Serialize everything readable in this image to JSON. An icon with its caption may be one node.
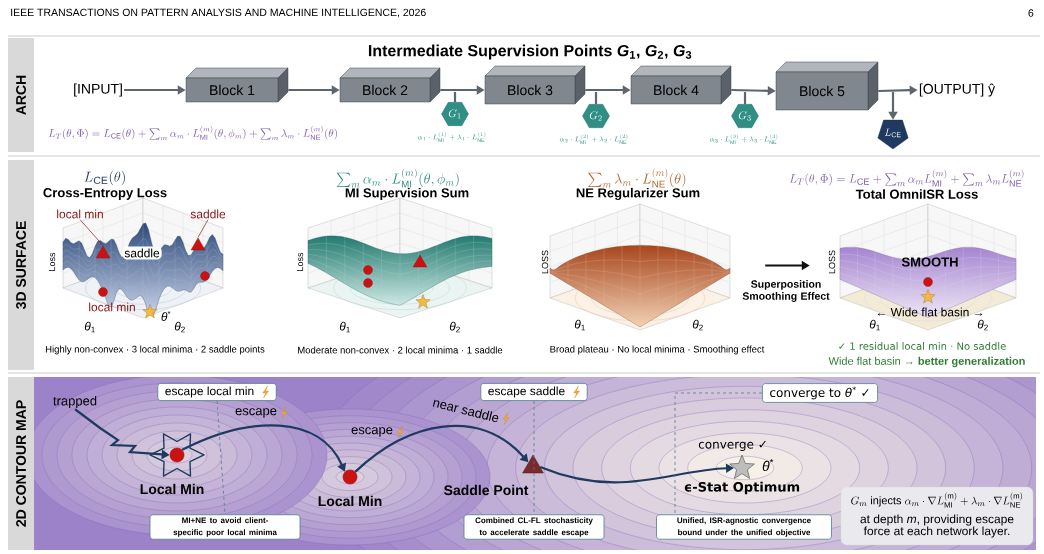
{
  "diagram": {
    "title": "Intermediate Supervision Points *G*$_{1}$, *G*$_{2}$, *G*$_{3}$",
    "nodes": [
      {
        "text": [
          "[INPUT]"
        ]
      },
      {
        "text": [
          "Block 1"
        ]
      },
      {
        "text": [
          "Block 2"
        ]
      },
      {
        "text": [
          "Block 3"
        ]
      },
      {
        "text": [
          "Block 4"
        ]
      },
      {
        "text": [
          "Block 5"
        ]
      },
      {
        "text": [
          "[OUTPUT] ŷ"
        ]
      },
      {
        "text": [
          "G_1"
        ],
        "beside": [
          "\\alpha_1\\cdot L^{(1)}_{\\mathrm{MI}}+\\lambda_1\\cdot L^{(1)}_{\\mathrm{NE}}"
        ]
      },
      {
        "text": [
          "G_2"
        ],
        "beside": [
          "\\alpha_2\\cdot L^{(2)}_{\\mathrm{MI}}+\\lambda_2\\cdot L^{(2)}_{\\mathrm{NE}}"
        ]
      },
      {
        "text": [
          "G_3"
        ],
        "beside": [
          "\\alpha_3\\cdot L^{(3)}_{\\mathrm{MI}}+\\lambda_3\\cdot L^{(3)}_{\\mathrm{NE}}"
        ]
      },
      {
        "text": [
          "L_{\\mathrm{CE}}"
        ]
      },
      {
        "text": [
          "L_{\\mathrm{CE}}(\\theta)",
          "Cross-Entropy Loss",
          "Highly non-convex · 3 local minima · 2 saddle points"
        ]
      },
      {
        "text": [
          "local min"
        ],
        "in": 11
      },
      {
        "text": [
          "saddle"
        ],
        "in": 11
      },
      {
        "text": [
          "\\sum_m \\alpha_m\\cdot L^{(m)}_{\\mathrm{MI}}(\\theta,\\phi_m)",
          "MI Supervision Sum",
          "Moderate non-convex · 2 local minima · 1 saddle"
        ]
      },
      {
        "text": [
          "\\sum_m \\lambda_m\\cdot L^{(m)}_{\\mathrm{NE}}(\\theta)",
          "NE Regularizer Sum",
          "Broad plateau · No local minima · Smoothing effect"
        ]
      },
      {
        "text": [
          "L_T(\\theta,\\Phi)=L_{\\mathrm{CE}}+\\sum_m \\alpha_m L^{(m)}_{\\mathrm{MI}}+\\sum_m \\lambda_m L^{(m)}_{\\mathrm{NE}}",
          "Total OmniISR Loss",
          "✓ 1 residual local min · No saddle",
          "Wide flat basin → **better generalization**"
        ]
      },
      {
        "text": [
          "trapped"
        ]
      },
      {
        "text": [],
        "shape": "circle",
        "beside": [
          "Local Min"
        ]
      },
      {
        "text": [],
        "shape": "circle",
        "beside": [
          "Local Min"
        ]
      },
      {
        "text": [],
        "shape": "triangle",
        "beside": [
          "Saddle Point"
        ]
      },
      {
        "text": [],
        "shape": "star",
        "beside": [
          "*θ*$^{*}$",
          "ϵ-Stat Optimum"
        ]
      },
      {
        "text": [
          "escape local min"
        ]
      },
      {
        "text": [
          "escape saddle"
        ]
      },
      {
        "text": [
          "converge to *θ*$^{*}$ ✓"
        ]
      },
      {
        "text": [
          "MI+NE to avoid client-specific poor local minima"
        ]
      },
      {
        "text": [
          "Combined CL-FL stochasticity to accelerate saddle escape"
        ]
      },
      {
        "text": [
          "Unified, ISR-agnostic convergence bound under the unified objective"
        ]
      },
      {
        "text": [
          "G_m\\ \\text{injects}\\ \\alpha_m\\cdot\\nabla L^{(\\mathrm{m})}_{\\mathrm{MI}}+\\lambda_m\\cdot\\nabla L^{(\\mathrm{m})}_{\\mathrm{NE}}",
          "at depth *m*, providing escape force at each network layer."
        ]
      },
      {
        "text": [],
        "shape": "triangle",
        "in": 11
      },
      {
        "text": [],
        "shape": "triangle",
        "in": 11
      }
    ],
    "edges": [
      {
        "from": 0,
        "to": 1,
        "arrow": "to"
      },
      {
        "from": 1,
        "to": 2,
        "arrow": "to"
      },
      {
        "from": 2,
        "to": 3,
        "arrow": "to"
      },
      {
        "from": 3,
        "to": 4,
        "arrow": "to"
      },
      {
        "from": 4,
        "to": 5,
        "arrow": "to"
      },
      {
        "from": 5,
        "to": 6,
        "arrow": "to"
      },
      {
        "from": null,
        "to": 7,
        "arrow": "none"
      },
      {
        "from": null,
        "to": 8,
        "arrow": "none"
      },
      {
        "from": null,
        "to": 9,
        "arrow": "none"
      },
      {
        "from": null,
        "to": 10,
        "arrow": "to"
      },
      {
        "from": 15,
        "to": 16,
        "arrow": "to",
        "label": "Superposition Smoothing Effect",
        "color": "#111111"
      },
      {
        "from": 12,
        "to": 29,
        "arrow": "none",
        "color": "#8b1a1a"
      },
      {
        "from": 13,
        "to": 30,
        "arrow": "none",
        "color": "#8b1a1a"
      },
      {
        "from": 17,
        "to": 18,
        "arrow": "to",
        "color": "#1f3a60"
      },
      {
        "from": 18,
        "to": 19,
        "arrow": "to",
        "label": "escape",
        "color": "#1f3a60"
      },
      {
        "from": 19,
        "to": 20,
        "arrow": "to",
        "label": "near saddle",
        "color": "#1f3a60"
      },
      {
        "from": 20,
        "to": 21,
        "arrow": "to",
        "label": "converge ✓",
        "color": "#1f3a60"
      },
      {
        "from": 22,
        "to": 25,
        "arrow": "none",
        "style": "dashed",
        "color": "#4f7d8c"
      },
      {
        "from": 23,
        "to": 26,
        "arrow": "none",
        "style": "dashed",
        "color": "#4f7d8c"
      },
      {
        "from": 24,
        "to": 27,
        "arrow": "none",
        "style": "dashed",
        "color": "#4f7d8c"
      }
    ],
    "labels": [
      "IEEE TRANSACTIONS ON PATTERN ANALYSIS AND MACHINE INTELLIGENCE, 2026",
      "6",
      "ARCH",
      "L_T(\\theta,\\Phi)=L_{\\mathrm{CE}}(\\theta)+\\sum_m \\alpha_m\\cdot L^{(m)}_{\\mathrm{MI}}(\\theta,\\phi_m)+\\sum_m \\lambda_m\\cdot L^{(m)}_{\\mathrm{NE}}(\\theta)",
      "3D SURFACE",
      "Loss",
      "saddle",
      "local min",
      "*θ*$^{*}$",
      "*θ*$_{1}$",
      "*θ*$_{2}$",
      "Loss",
      "*θ*$_{1}$",
      "*θ*$_{2}$",
      "LOSS",
      "*θ*$_{1}$",
      "*θ*$_{2}$",
      "SMOOTH",
      "LOSS",
      "← Wide flat basin →",
      "*θ*$_{1}$",
      "*θ*$_{2}$",
      "2D CONTOUR MAP",
      "escape"
    ]
  }
}
